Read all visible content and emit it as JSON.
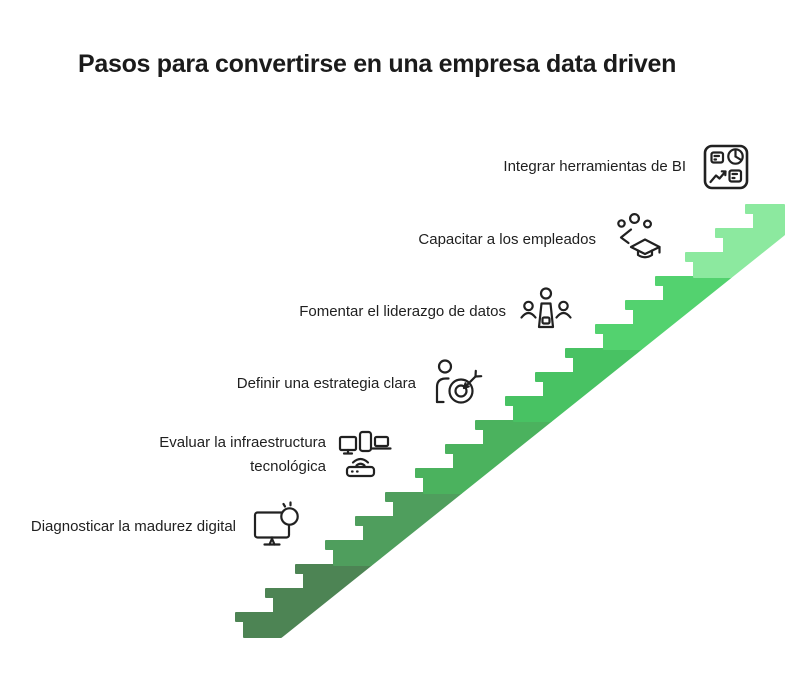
{
  "title": "Pasos para convertirse en una empresa data driven",
  "steps": [
    {
      "label": "Diagnosticar la madurez digital",
      "icon": "monitor-search-icon"
    },
    {
      "label": "Evaluar la infraestructura tecnológica",
      "icon": "devices-network-icon"
    },
    {
      "label": "Definir una estrategia clara",
      "icon": "person-target-icon"
    },
    {
      "label": "Fomentar el liderazgo de datos",
      "icon": "leadership-podium-icon"
    },
    {
      "label": "Capacitar a los empleados",
      "icon": "graduation-share-icon"
    },
    {
      "label": "Integrar herramientas de BI",
      "icon": "bi-dashboard-icon"
    }
  ],
  "colors": {
    "stair_gradient": [
      "#4d8454",
      "#4f9e5d",
      "#4bb25e",
      "#48c263",
      "#53d26f",
      "#8ce99f"
    ],
    "text": "#1f1f1f",
    "icon_stroke": "#212121",
    "background": "#ffffff"
  }
}
